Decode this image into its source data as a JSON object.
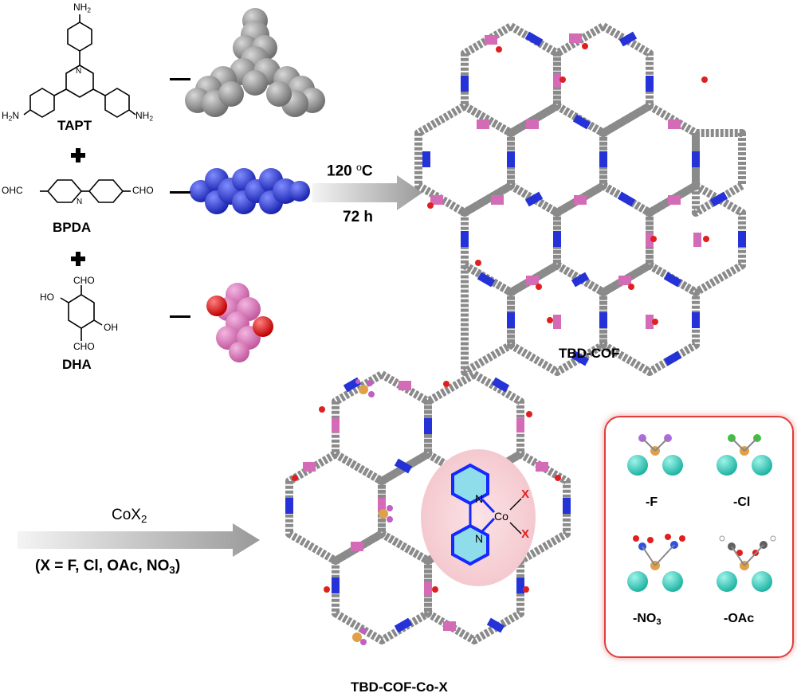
{
  "reactants": {
    "tapt": {
      "name": "TAPT",
      "amine_label": "NH",
      "amine_sub": "2",
      "amine_left": "H",
      "amine_left_sub": "2",
      "amine_left_tail": "N",
      "ring_n": "N"
    },
    "bpda": {
      "name": "BPDA",
      "aldehyde_left": "OHC",
      "aldehyde_right": "CHO",
      "ring_n": "N"
    },
    "dha": {
      "name": "DHA",
      "aldehyde": "CHO",
      "hydroxyl_left": "HO",
      "hydroxyl_right": "OH"
    }
  },
  "reaction1": {
    "temperature": "120",
    "temperature_unit": "C",
    "degree": "o",
    "time": "72 h"
  },
  "product1": {
    "name": "TBD-COF"
  },
  "reaction2": {
    "reagent": "CoX",
    "reagent_sub": "2",
    "condition": "(X = F, Cl, OAc, NO",
    "condition_sub": "3",
    "condition_close": ")"
  },
  "product2": {
    "name": "TBD-COF-Co-X"
  },
  "coordination": {
    "metal": "Co",
    "ligand_atom": "N",
    "substituent": "X"
  },
  "variants": [
    {
      "label": "-F"
    },
    {
      "label": "-Cl"
    },
    {
      "label": "-NO",
      "sub": "3"
    },
    {
      "label": "-OAc"
    }
  ],
  "colors": {
    "tapt_gray": "#8c8c8c",
    "bpda_blue": "#2f3fd8",
    "dha_pink": "#d46bb6",
    "oxygen_red": "#e02020",
    "cobalt_orange": "#e0a048",
    "teal": "#40d0c0",
    "panel_border": "#e03c3c"
  }
}
